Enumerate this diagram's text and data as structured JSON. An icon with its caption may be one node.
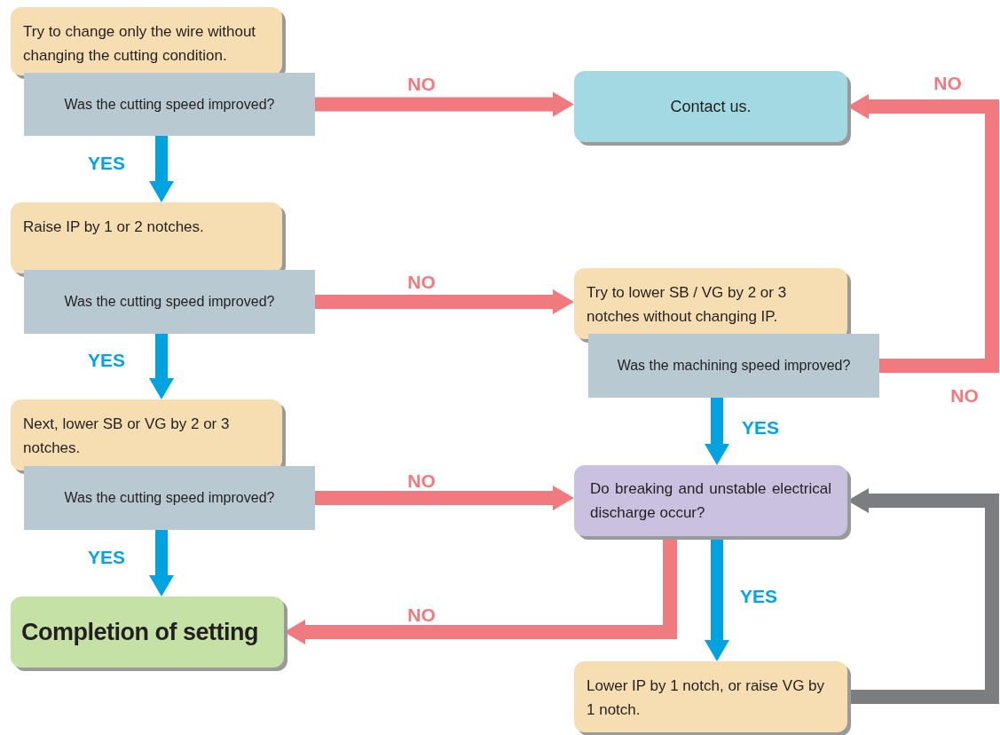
{
  "diagram": {
    "nodes": [
      {
        "text": [
          "Try to change only the wire without changing the cutting condition."
        ]
      },
      {
        "text": [
          "Was the cutting speed improved?"
        ]
      },
      {
        "text": [
          "Contact us."
        ]
      },
      {
        "text": [
          "Raise IP by 1 or 2 notches."
        ]
      },
      {
        "text": [
          "Was the cutting speed improved?"
        ]
      },
      {
        "text": [
          "Try to lower SB / VG by 2 or 3 notches without changing IP."
        ]
      },
      {
        "text": [
          "Was the machining speed improved?"
        ]
      },
      {
        "text": [
          "Next, lower SB or VG by 2 or 3 notches."
        ]
      },
      {
        "text": [
          "Was the cutting speed improved?"
        ]
      },
      {
        "text": [
          "Do breaking and unstable electrical discharge occur?"
        ]
      },
      {
        "text": [
          "Completion of setting"
        ]
      },
      {
        "text": [
          "Lower IP by 1 notch, or raise VG by 1 notch."
        ]
      }
    ],
    "edges": [
      {
        "from": 1,
        "to": 2,
        "arrow": "to",
        "label": "NO",
        "color": "#f17a80"
      },
      {
        "from": 1,
        "to": 3,
        "arrow": "to",
        "label": "YES",
        "color": "#00a3e0"
      },
      {
        "from": 4,
        "to": 5,
        "arrow": "to",
        "label": "NO",
        "color": "#f17a80"
      },
      {
        "from": 4,
        "to": 7,
        "arrow": "to",
        "label": "YES",
        "color": "#00a3e0"
      },
      {
        "from": 6,
        "to": 2,
        "arrow": "to",
        "label": "NO",
        "color": "#f17a80"
      },
      {
        "from": 6,
        "to": 9,
        "arrow": "to",
        "label": "YES",
        "color": "#00a3e0"
      },
      {
        "from": 8,
        "to": 9,
        "arrow": "to",
        "label": "NO",
        "color": "#f17a80"
      },
      {
        "from": 8,
        "to": 10,
        "arrow": "to",
        "label": "YES",
        "color": "#00a3e0"
      },
      {
        "from": 9,
        "to": 10,
        "arrow": "to",
        "label": "NO",
        "color": "#f17a80"
      },
      {
        "from": 9,
        "to": 11,
        "arrow": "to",
        "label": "YES",
        "color": "#00a3e0"
      },
      {
        "from": 11,
        "to": 9,
        "arrow": "to",
        "color": "#7b7d80"
      }
    ],
    "labels": [
      "NO"
    ]
  }
}
